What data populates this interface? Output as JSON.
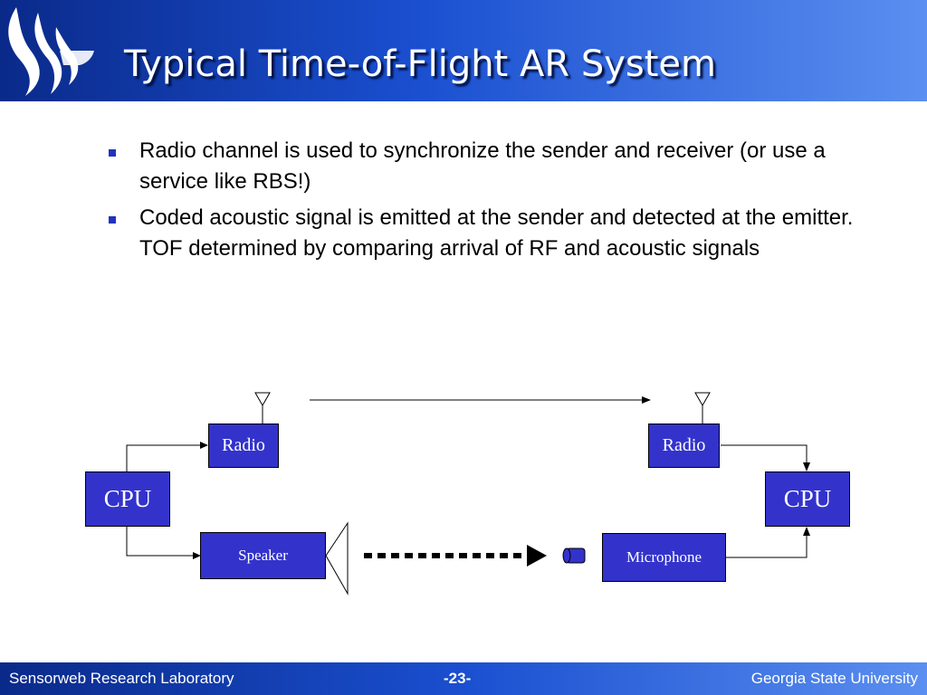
{
  "slide": {
    "title": "Typical Time-of-Flight AR System",
    "bullets": [
      "Radio channel is used to synchronize the sender and receiver (or use a service like RBS!)",
      "Coded acoustic signal is emitted at the sender and detected at the emitter.  TOF determined by comparing arrival of RF and acoustic signals"
    ]
  },
  "diagram": {
    "sender": {
      "cpu": "CPU",
      "radio": "Radio",
      "speaker": "Speaker"
    },
    "receiver": {
      "cpu": "CPU",
      "radio": "Radio",
      "microphone": "Microphone"
    }
  },
  "footer": {
    "left": "Sensorweb Research Laboratory",
    "center": "-23-",
    "right": "Georgia State University"
  },
  "colors": {
    "box": "#3333cc",
    "header": "#1a4fd0"
  }
}
